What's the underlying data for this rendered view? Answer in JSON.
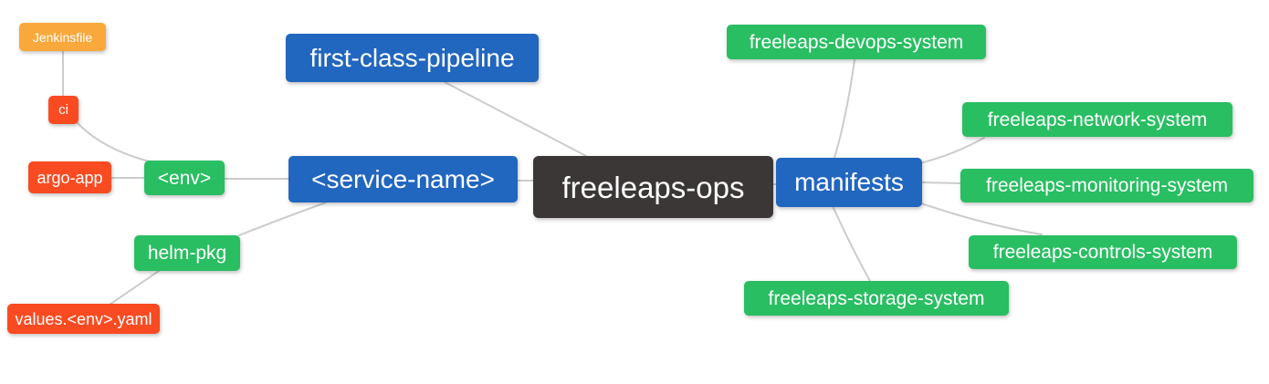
{
  "colors": {
    "root_node_bg": "#3b3737",
    "branch_node_bg": "#2166bf",
    "green_node_bg": "#29be62",
    "red_node_bg": "#f94b22",
    "orange_node_bg": "#f9a83c",
    "node_text": "#ffffff",
    "edge_line": "#cccccc",
    "background": "#ffffff"
  },
  "mindmap": {
    "root": {
      "label": "freeleaps-ops"
    },
    "nodes": {
      "first_class_pipeline": {
        "label": "first-class-pipeline"
      },
      "service_name": {
        "label": "<service-name>"
      },
      "env": {
        "label": "<env>"
      },
      "ci": {
        "label": "ci"
      },
      "jenkinsfile": {
        "label": "Jenkinsfile"
      },
      "argo_app": {
        "label": "argo-app"
      },
      "helm_pkg": {
        "label": "helm-pkg"
      },
      "values_env_yaml": {
        "label": "values.<env>.yaml"
      },
      "manifests": {
        "label": "manifests"
      },
      "devops_system": {
        "label": "freeleaps-devops-system"
      },
      "network_system": {
        "label": "freeleaps-network-system"
      },
      "monitoring_system": {
        "label": "freeleaps-monitoring-system"
      },
      "controls_system": {
        "label": "freeleaps-controls-system"
      },
      "storage_system": {
        "label": "freeleaps-storage-system"
      }
    },
    "edges": [
      [
        "jenkinsfile",
        "ci"
      ],
      [
        "ci",
        "env"
      ],
      [
        "argo_app",
        "env"
      ],
      [
        "env",
        "service_name"
      ],
      [
        "helm_pkg",
        "service_name"
      ],
      [
        "values_env_yaml",
        "helm_pkg"
      ],
      [
        "service_name",
        "root"
      ],
      [
        "first_class_pipeline",
        "root"
      ],
      [
        "root",
        "manifests"
      ],
      [
        "manifests",
        "devops_system"
      ],
      [
        "manifests",
        "network_system"
      ],
      [
        "manifests",
        "monitoring_system"
      ],
      [
        "manifests",
        "controls_system"
      ],
      [
        "manifests",
        "storage_system"
      ]
    ]
  }
}
